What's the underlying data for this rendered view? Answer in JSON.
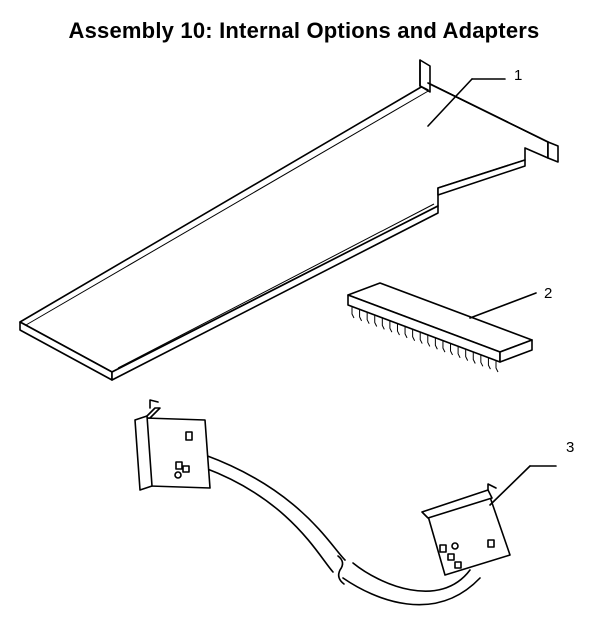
{
  "title": "Assembly 10:  Internal Options and Adapters",
  "callouts": [
    "1",
    "2",
    "3"
  ],
  "parts": [
    {
      "id": "1",
      "icon": "adapter-card-icon"
    },
    {
      "id": "2",
      "icon": "chip-module-icon"
    },
    {
      "id": "3",
      "icon": "cable-connector-icon"
    }
  ]
}
